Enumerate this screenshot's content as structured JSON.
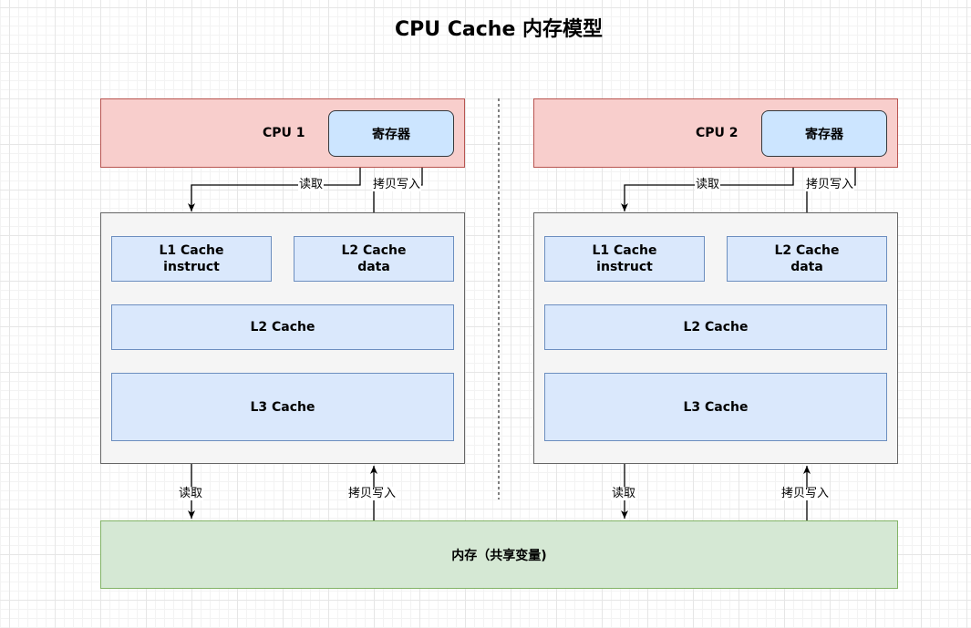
{
  "title": "CPU Cache 内存模型",
  "cpus": [
    {
      "label": "CPU 1",
      "register": "寄存器",
      "l1_instruct": [
        "L1 Cache",
        "instruct"
      ],
      "l2_data": [
        "L2 Cache",
        "data"
      ],
      "l2": "L2 Cache",
      "l3": "L3 Cache"
    },
    {
      "label": "CPU 2",
      "register": "寄存器",
      "l1_instruct": [
        "L1 Cache",
        "instruct"
      ],
      "l2_data": [
        "L2 Cache",
        "data"
      ],
      "l2": "L2 Cache",
      "l3": "L3 Cache"
    }
  ],
  "edges": {
    "read": "读取",
    "copy_write": "拷贝写入"
  },
  "memory": "内存（共享变量)",
  "colors": {
    "cpu_fill": "#f8cecc",
    "cpu_stroke": "#b85450",
    "register_fill": "#cce5ff",
    "cache_fill": "#dae8fc",
    "cache_stroke": "#6c8ebf",
    "container_fill": "#f5f5f5",
    "memory_fill": "#d5e8d4",
    "memory_stroke": "#82b366"
  }
}
